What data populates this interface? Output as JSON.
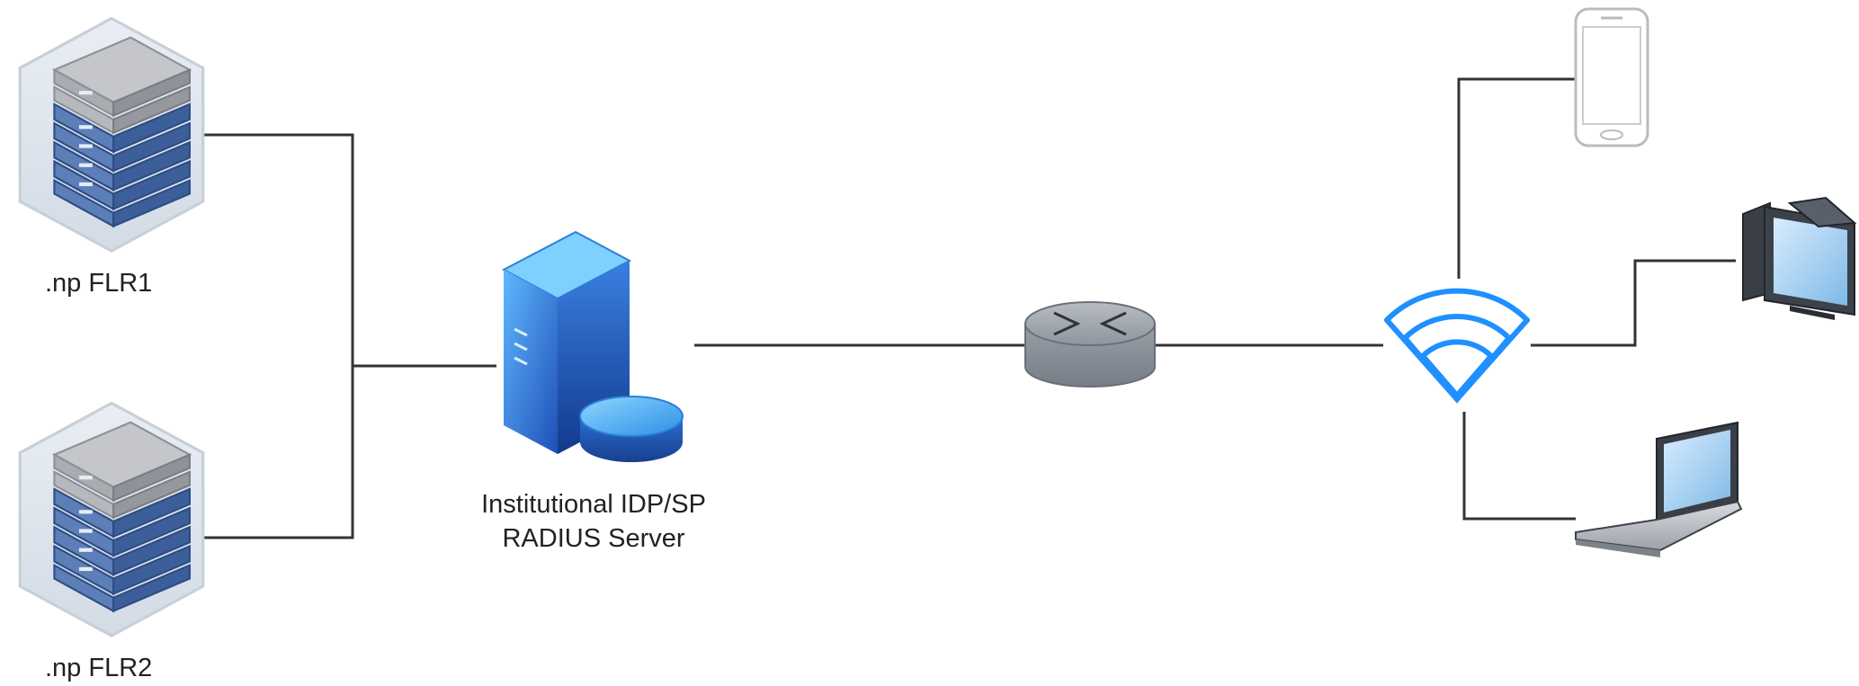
{
  "diagram": {
    "nodes": {
      "flr1": {
        "label": ".np FLR1",
        "icon": "server-rack-icon"
      },
      "flr2": {
        "label": ".np FLR2",
        "icon": "server-rack-icon"
      },
      "radius": {
        "label_line1": "Institutional IDP/SP",
        "label_line2": "RADIUS Server",
        "icon": "database-server-icon"
      },
      "router": {
        "label": "",
        "icon": "router-icon"
      },
      "wifi": {
        "label": "",
        "icon": "wifi-access-point-icon"
      },
      "phone": {
        "label": "",
        "icon": "smartphone-icon"
      },
      "desktop": {
        "label": "",
        "icon": "desktop-computer-icon"
      },
      "laptop": {
        "label": "",
        "icon": "laptop-icon"
      }
    },
    "edges": [
      [
        "flr1",
        "radius"
      ],
      [
        "flr2",
        "radius"
      ],
      [
        "radius",
        "router"
      ],
      [
        "router",
        "wifi"
      ],
      [
        "wifi",
        "phone"
      ],
      [
        "wifi",
        "desktop"
      ],
      [
        "wifi",
        "laptop"
      ]
    ],
    "colors": {
      "line": "#333333",
      "wifi": "#1e90ff",
      "server_blue": "#2f5fa8",
      "server_gray": "#9a9a9a"
    }
  }
}
